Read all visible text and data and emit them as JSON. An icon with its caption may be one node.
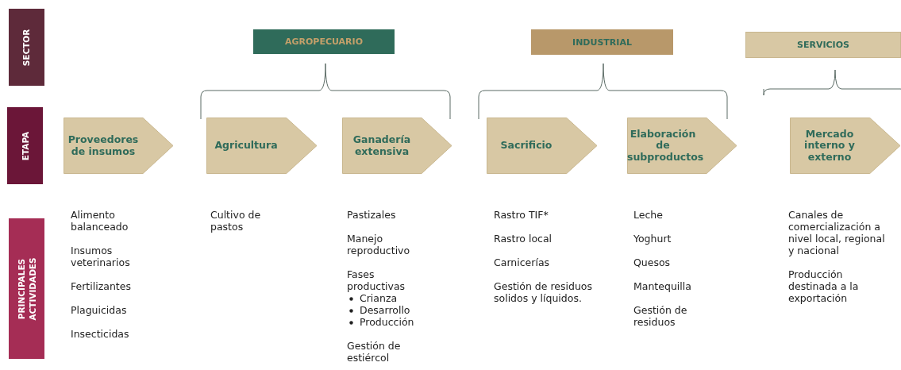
{
  "diagram": {
    "nodes": [
      {
        "text": [
          "SECTOR"
        ]
      },
      {
        "text": [
          "ETAPA"
        ]
      },
      {
        "text": [
          "PRINCIPALES ACTIVIDADES"
        ]
      },
      {
        "text": [
          "AGROPECUARIO"
        ]
      },
      {
        "text": [
          "INDUSTRIAL"
        ]
      },
      {
        "text": [
          "SERVICIOS"
        ]
      },
      {
        "text": [
          "Proveedores de insumos"
        ]
      },
      {
        "text": [
          "Agricultura"
        ]
      },
      {
        "text": [
          "Ganadería extensiva"
        ]
      },
      {
        "text": [
          "Sacrificio"
        ]
      },
      {
        "text": [
          "Elaboración de subproductos"
        ]
      },
      {
        "text": [
          "Mercado interno y externo"
        ]
      }
    ],
    "labels": [
      "Alimento balanceado",
      "Insumos veterinarios",
      "Fertilizantes",
      "Plaguicidas",
      "Insecticidas",
      "Cultivo de pastos",
      "Pastizales",
      "Manejo reproductivo",
      "Fases productivas",
      "Crianza",
      "Desarrollo",
      "Producción",
      "Gestión de estiércol",
      "Rastro TIF*",
      "Rastro local",
      "Carnicerías",
      "Gestión de residuos solidos y líquidos.",
      "Leche",
      "Yoghurt",
      "Quesos",
      "Mantequilla",
      "Gestión de residuos",
      "Canales de comercialización a nivel local, regional y nacional",
      "Producción destinada a la exportación"
    ]
  }
}
